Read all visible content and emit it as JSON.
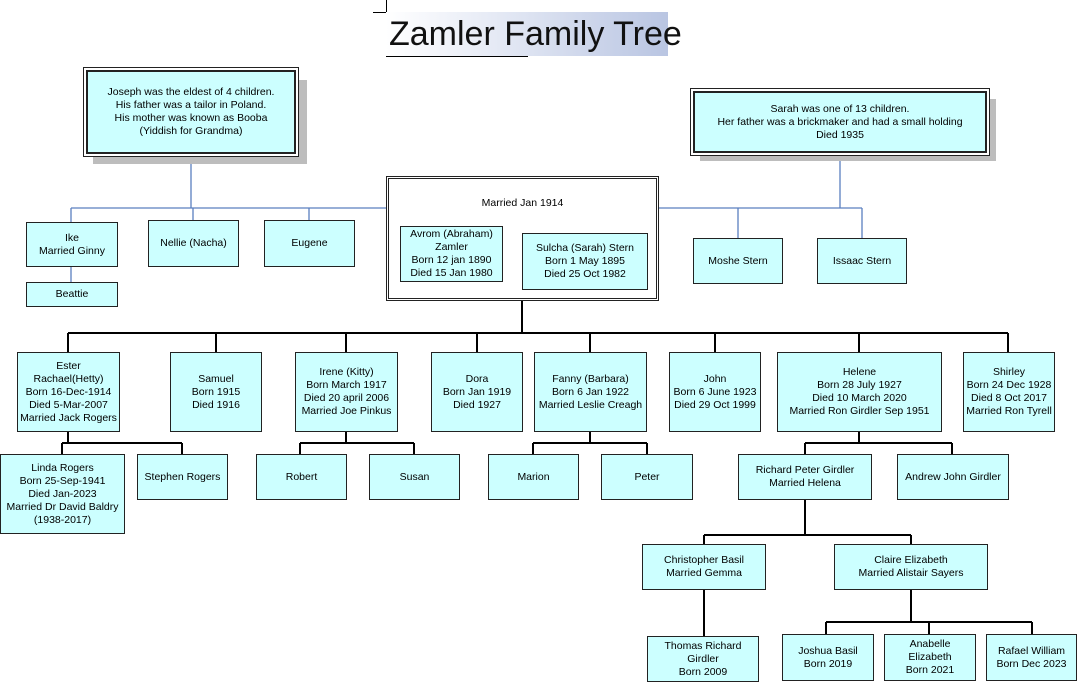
{
  "title": "Zamler Family Tree",
  "notes": {
    "joseph": "Joseph was the eldest of 4 children.\nHis father was a tailor in Poland.\nHis mother was known as Booba\n(Yiddish for Grandma)",
    "sarah": "Sarah was one of 13 children.\nHer father was a brickmaker and had a small holding\nDied 1935"
  },
  "married_label": "Married Jan 1914",
  "people": {
    "ike": "Ike\nMarried Ginny",
    "beattie": "Beattie",
    "nellie": "Nellie (Nacha)",
    "eugene": "Eugene",
    "avrom": "Avrom (Abraham)\nZamler\nBorn 12 jan 1890\nDied 15 Jan 1980",
    "sulcha": "Sulcha (Sarah) Stern\nBorn 1 May 1895\nDied 25 Oct 1982",
    "moshe": "Moshe Stern",
    "issaac": "Issaac Stern",
    "ester": "Ester Rachael(Hetty)\nBorn 16-Dec-1914\nDied 5-Mar-2007\nMarried Jack Rogers",
    "samuel": "Samuel\nBorn 1915\nDied 1916",
    "irene": "Irene (Kitty)\nBorn March 1917\nDied 20 april 2006\nMarried Joe Pinkus",
    "dora": "Dora\nBorn Jan 1919\nDied 1927",
    "fanny": "Fanny (Barbara)\nBorn 6 Jan 1922\nMarried Leslie Creagh",
    "john": "John\nBorn 6 June 1923\nDied 29 Oct 1999",
    "helene": "Helene\nBorn 28 July 1927\nDied 10 March 2020\nMarried Ron Girdler Sep 1951",
    "shirley": "Shirley\nBorn 24 Dec 1928\nDied 8 Oct 2017\nMarried Ron Tyrell",
    "linda": "Linda Rogers\nBorn 25-Sep-1941\nDied Jan-2023\nMarried Dr David Baldry\n(1938-2017)",
    "stephen": "Stephen Rogers",
    "robert": "Robert",
    "susan": "Susan",
    "marion": "Marion",
    "peter": "Peter",
    "richard": "Richard Peter Girdler\nMarried Helena",
    "andrew": "Andrew John Girdler",
    "christopher": "Christopher Basil\nMarried Gemma",
    "claire": "Claire Elizabeth\nMarried Alistair Sayers",
    "thomas": "Thomas Richard\nGirdler\nBorn 2009",
    "joshua": "Joshua Basil\nBorn 2019",
    "anabelle": "Anabelle Elizabeth\nBorn 2021",
    "rafael": "Rafael William\nBorn Dec 2023"
  }
}
